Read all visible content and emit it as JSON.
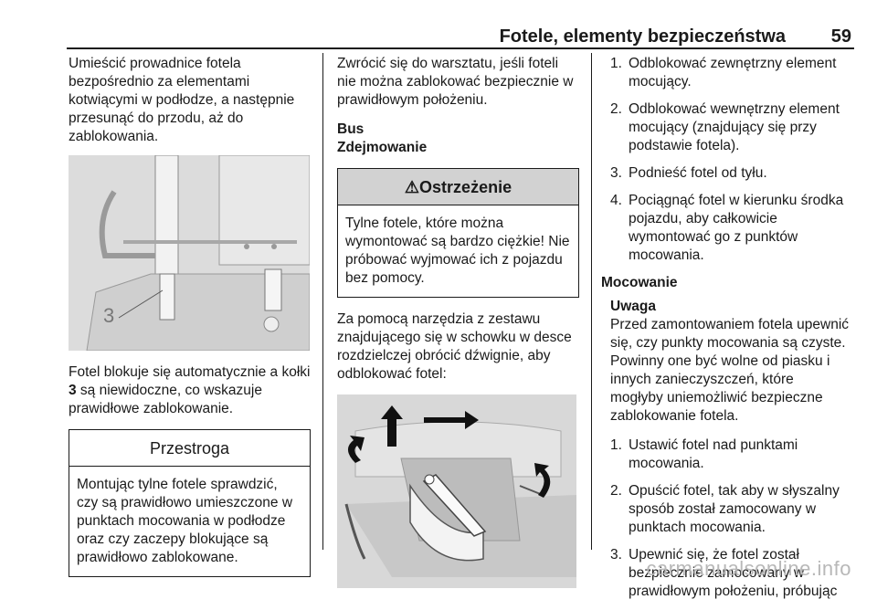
{
  "header": {
    "title": "Fotele, elementy bezpieczeństwa",
    "page_number": "59"
  },
  "col1": {
    "para1": "Umieścić prowadnice fotela bezpośrednio za elementami kotwiącymi w podłodze, a następnie przesunąć do przodu, aż do zablokowania.",
    "image_callout": "3",
    "para2_before": "Fotel blokuje się automatycznie a kołki ",
    "para2_bold": "3",
    "para2_after": " są niewidoczne, co wskazuje prawidłowe zablokowanie.",
    "caution_title": "Przestroga",
    "caution_body": "Montując tylne fotele sprawdzić, czy są prawidłowo umieszczone w punktach mocowania w podłodze oraz czy zaczepy blokujące są prawidłowo zablokowane."
  },
  "col2": {
    "para1": "Zwrócić się do warsztatu, jeśli foteli nie można zablokować bezpiecznie w prawidłowym położeniu.",
    "heading_bus": "Bus",
    "heading_removal": "Zdejmowanie",
    "warning_icon": "warning-triangle-icon",
    "warning_title": "Ostrzeżenie",
    "warning_body": "Tylne fotele, które można wymontować są bardzo ciężkie! Nie próbować wyjmować ich z pojazdu bez pomocy.",
    "para2": "Za pomocą narzędzia z zestawu znajdującego się w schowku w desce rozdzielczej obrócić dźwignie, aby odblokować fotel:"
  },
  "col3": {
    "steps_removal": [
      {
        "num": "1.",
        "text": "Odblokować zewnętrzny element mocujący."
      },
      {
        "num": "2.",
        "text": "Odblokować wewnętrzny element mocujący (znajdujący się przy podstawie fotela)."
      },
      {
        "num": "3.",
        "text": "Podnieść fotel od tyłu."
      },
      {
        "num": "4.",
        "text": "Pociągnąć fotel w kierunku środka pojazdu, aby całkowicie wymontować go z punktów mocowania."
      }
    ],
    "heading_mounting": "Mocowanie",
    "note_title": "Uwaga",
    "note_body": "Przed zamontowaniem fotela upewnić się, czy punkty mocowania są czyste. Powinny one być wolne od piasku i innych zanieczyszczeń, które mogłyby uniemożliwić bezpieczne zablokowanie fotela.",
    "steps_mounting": [
      {
        "num": "1.",
        "text": "Ustawić fotel nad punktami mocowania."
      },
      {
        "num": "2.",
        "text": "Opuścić fotel, tak aby w słyszalny sposób został zamocowany w punktach mocowania."
      },
      {
        "num": "3.",
        "text": "Upewnić się, że fotel został bezpiecznie zamocowany w prawidłowym położeniu, próbując"
      }
    ]
  },
  "watermark": "carmanualsonline.info"
}
